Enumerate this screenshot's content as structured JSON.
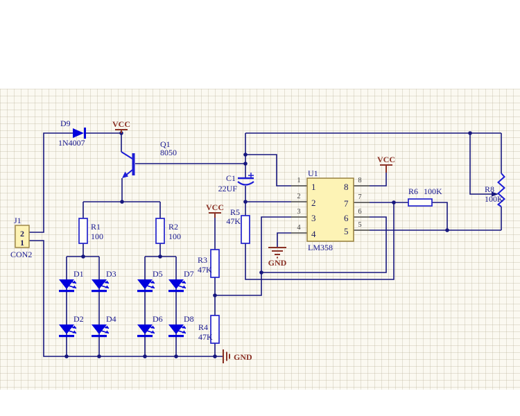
{
  "sheet": {
    "background": "#fbf9f1",
    "grid_color": "#beb7a0"
  },
  "colors": {
    "wire": "#16167e",
    "component_outline": "#2222cc",
    "led_fill": "#0000dd",
    "part_fill": "#fdf3b5",
    "part_border": "#97803f",
    "power_label": "#8b3226",
    "designator_text": "#17178f",
    "pin_text": "#3f3f3f"
  },
  "power": {
    "vcc_label": "VCC",
    "gnd_label": "GND"
  },
  "components": {
    "j1": {
      "designator": "J1",
      "value": "CON2",
      "pin_top": "2",
      "pin_bottom": "1"
    },
    "d9": {
      "designator": "D9",
      "value": "1N4007"
    },
    "q1": {
      "designator": "Q1",
      "value": "8050"
    },
    "r1": {
      "designator": "R1",
      "value": "100"
    },
    "r2": {
      "designator": "R2",
      "value": "100"
    },
    "r3": {
      "designator": "R3",
      "value": "47K"
    },
    "r4": {
      "designator": "R4",
      "value": "47K"
    },
    "r5": {
      "designator": "R5",
      "value": "47K"
    },
    "r6": {
      "designator": "R6",
      "value": "100K"
    },
    "r8": {
      "designator": "R8",
      "value": "100K"
    },
    "c1": {
      "designator": "C1",
      "value": "22UF",
      "polarity": "+"
    },
    "u1": {
      "designator": "U1",
      "value": "LM358",
      "pins_left": [
        "1",
        "2",
        "3",
        "4"
      ],
      "pins_right": [
        "8",
        "7",
        "6",
        "5"
      ]
    },
    "d1": {
      "designator": "D1"
    },
    "d2": {
      "designator": "D2"
    },
    "d3": {
      "designator": "D3"
    },
    "d4": {
      "designator": "D4"
    },
    "d5": {
      "designator": "D5"
    },
    "d6": {
      "designator": "D6"
    },
    "d7": {
      "designator": "D7"
    },
    "d8": {
      "designator": "D8"
    }
  }
}
